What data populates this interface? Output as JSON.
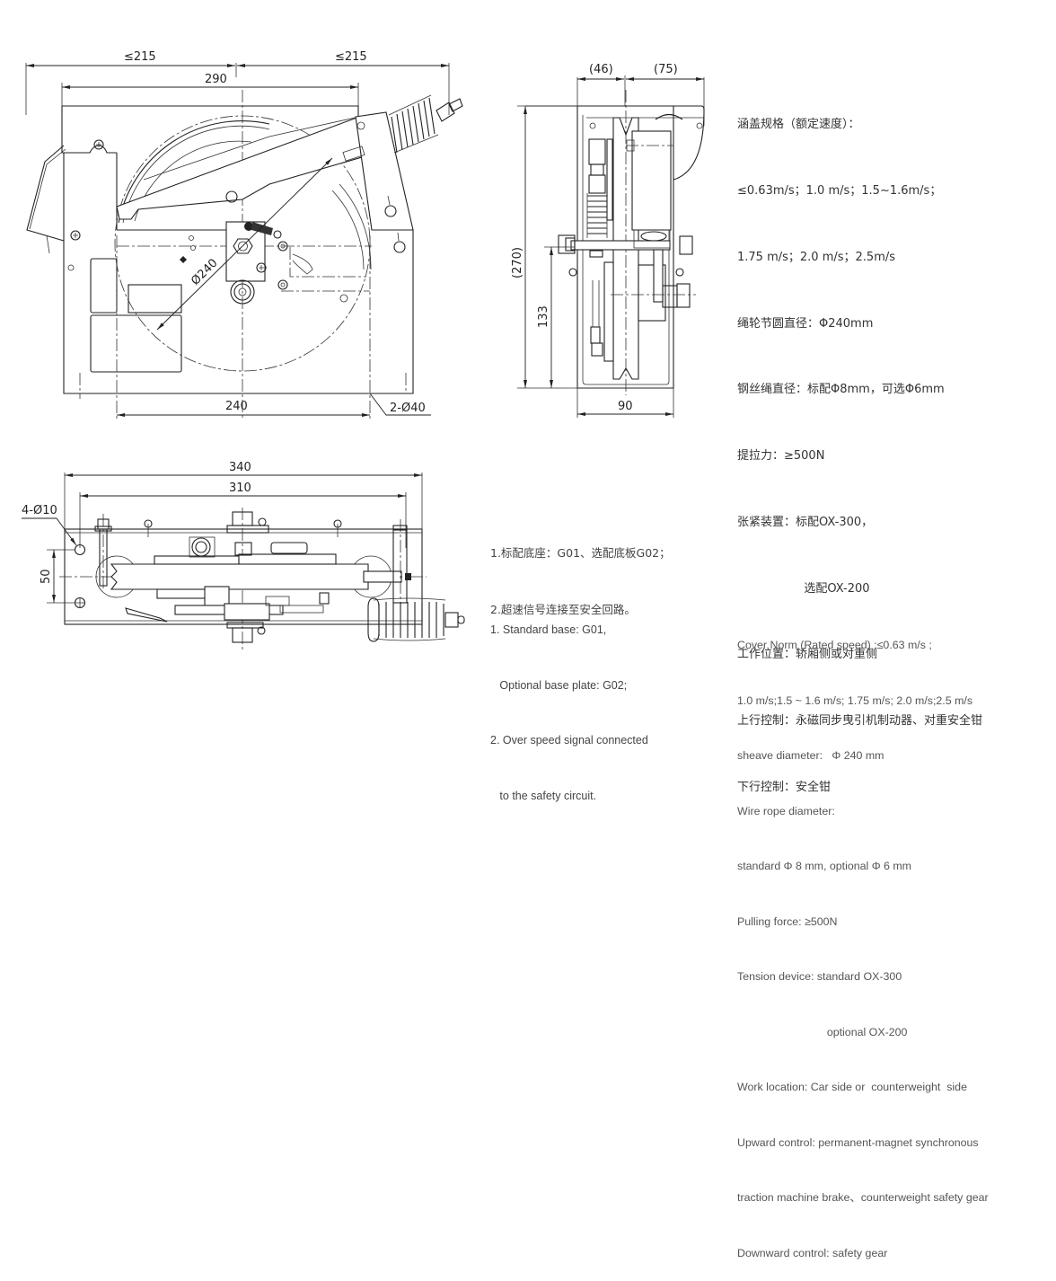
{
  "front_view": {
    "dims": {
      "left_extent": "≤215",
      "right_extent": "≤215",
      "base_width": "290",
      "sheave_pcd": "Ø240",
      "sheave_width_dim": "240",
      "holes": "2-Ø40"
    }
  },
  "side_view": {
    "dims": {
      "left_depth": "(46)",
      "right_depth": "(75)",
      "total_height": "(270)",
      "axle_height": "133",
      "base_depth": "90"
    }
  },
  "plan_view": {
    "dims": {
      "overall_length": "340",
      "hole_spacing_length": "310",
      "mount_holes": "4-Ø10",
      "hole_spacing_width": "50"
    }
  },
  "specs_cn": [
    "涵盖规格（额定速度）：",
    "≤0.63m/s；1.0 m/s；1.5~1.6m/s；",
    "1.75 m/s；2.0 m/s；2.5m/s",
    "绳轮节圆直径：Φ240mm",
    "钢丝绳直径：标配Φ8mm，可选Φ6mm",
    "提拉力：≥500N",
    "张紧装置：标配OX-300，",
    "                  选配OX-200",
    "工作位置：轿厢侧或对重侧",
    "上行控制：永磁同步曳引机制动器、对重安全钳",
    "下行控制：安全钳"
  ],
  "specs_en": [
    "Cover Norm (Rated speed) :≤0.63 m/s ;",
    "1.0 m/s;1.5 ~ 1.6 m/s; 1.75 m/s; 2.0 m/s;2.5 m/s",
    "sheave diameter:   Φ 240 mm",
    "Wire rope diameter:",
    "standard Φ 8 mm, optional Φ 6 mm",
    "Pulling force: ≥500N",
    "Tension device: standard OX-300",
    "                             optional OX-200",
    "Work location: Car side or  counterweight  side",
    "Upward control: permanent-magnet synchronous",
    "traction machine brake、counterweight safety gear",
    "Downward control: safety gear"
  ],
  "notes_cn": [
    "1.标配底座：G01、选配底板G02；",
    "2.超速信号连接至安全回路。"
  ],
  "notes_en": [
    "1. Standard base: G01,",
    "   Optional base plate: G02;",
    "2. Over speed signal connected",
    "   to the safety circuit."
  ]
}
